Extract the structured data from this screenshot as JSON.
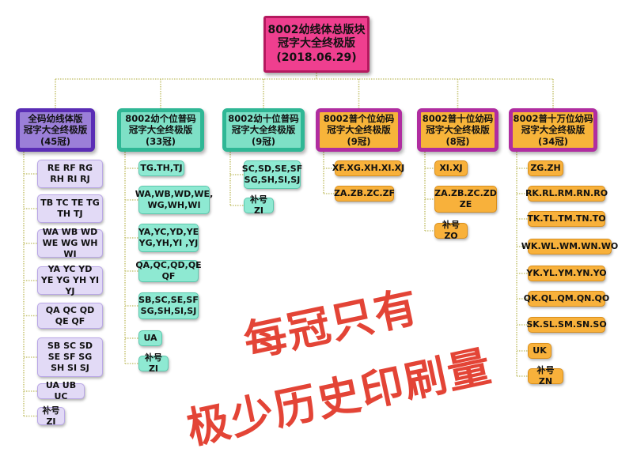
{
  "root": {
    "lines": [
      "8002幼线体总版块",
      "冠字大全终极版",
      "(2018.06.29)"
    ]
  },
  "columns": [
    {
      "header": [
        "全码幼线体版",
        "冠字大全终极版",
        "(45冠)"
      ],
      "theme": "purple",
      "items": [
        "RE RF RG RH RI RJ",
        "TB TC TE TG TH TJ",
        "WA WB WD WE WG WH WI",
        "YA YC YD YE YG YH YI YJ",
        "QA QC QD QE QF",
        "SB SC SD SE SF SG SH SI SJ",
        "UA UB UC",
        "补号ZI"
      ]
    },
    {
      "header": [
        "8002幼个位普码",
        "冠字大全终极版",
        "(33冠)"
      ],
      "theme": "teal",
      "items": [
        "TG.TH,TJ",
        "WA,WB,WD,WE, WG,WH,WI",
        "YA,YC,YD,YE YG,YH,YI ,YJ",
        "QA,QC,QD,QE QF",
        "SB,SC,SE,SF SG,SH,SI,SJ",
        "UA",
        "补号ZI"
      ]
    },
    {
      "header": [
        "8002幼十位普码",
        "冠字大全终极版",
        "(9冠)"
      ],
      "theme": "teal",
      "items": [
        "SC,SD,SE,SF SG,SH,SI,SJ",
        "补号ZI"
      ]
    },
    {
      "header": [
        "8002普个位幼码",
        "冠字大全终极版",
        "(9冠)"
      ],
      "theme": "orange",
      "items": [
        "XF.XG.XH.XI.XJ",
        "ZA.ZB.ZC.ZF"
      ]
    },
    {
      "header": [
        "8002普十位幼码",
        "冠字大全终极版",
        "(8冠)"
      ],
      "theme": "orange",
      "items": [
        "XI.XJ",
        "ZA.ZB.ZC.ZD ZE",
        "补号ZO"
      ]
    },
    {
      "header": [
        "8002普十万位幼码",
        "冠字大全终极版",
        "(34冠)"
      ],
      "theme": "orange",
      "items": [
        "ZG.ZH",
        "RK.RL.RM.RN.RO",
        "TK.TL.TM.TN.TO",
        "WK.WL.WM.WN.WO",
        "YK.YL.YM.YN.YO",
        "QK.QL.QM.QN.QO",
        "SK.SL.SM.SN.SO",
        "UK",
        "补号ZN"
      ]
    }
  ],
  "watermark": {
    "line1": "每冠只有",
    "line2": "极少历史印刷量"
  },
  "colors": {
    "connector": "#c9c77a",
    "root_fill": "#ef3f8f",
    "purple_border": "#5a2db5",
    "teal_border": "#2fb795",
    "orange_border": "#b02da0"
  }
}
